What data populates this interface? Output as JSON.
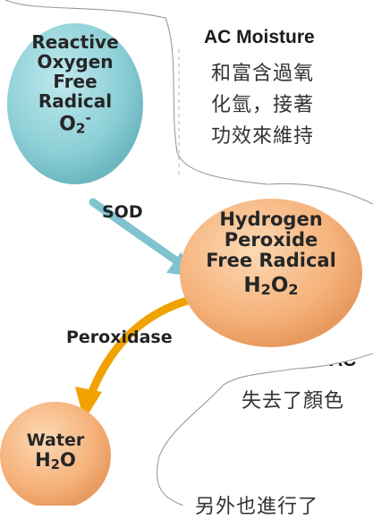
{
  "background_text": {
    "heading_top": "AC Moisture",
    "paragraph_top": [
      "和富含過氧",
      "化氫，接著",
      "功效來維持"
    ],
    "heading_mid": "AC",
    "paragraph_mid": "失去了顏色",
    "paragraph_bottom": "另外也進行了"
  },
  "nodes": {
    "reactive_oxygen": {
      "lines": [
        "Reactive",
        "Oxygen",
        "Free",
        "Radical"
      ],
      "formula": "O",
      "formula_sub": "2",
      "formula_sup": "-"
    },
    "hydrogen_peroxide": {
      "lines": [
        "Hydrogen",
        "Peroxide",
        "Free Radical"
      ],
      "formula": "H",
      "formula_sub": "2",
      "formula_mid": "O",
      "formula_sub2": "2"
    },
    "water": {
      "lines": [
        "Water"
      ],
      "formula": "H",
      "formula_sub": "2",
      "formula_mid": "O"
    }
  },
  "arrows": {
    "sod": "SOD",
    "peroxidase": "Peroxidase"
  },
  "colors": {
    "blue_node": "#8ccfd6",
    "orange_node": "#f5b27a",
    "sod_arrow": "#7fc3cf",
    "peroxidase_arrow": "#f0a300"
  }
}
